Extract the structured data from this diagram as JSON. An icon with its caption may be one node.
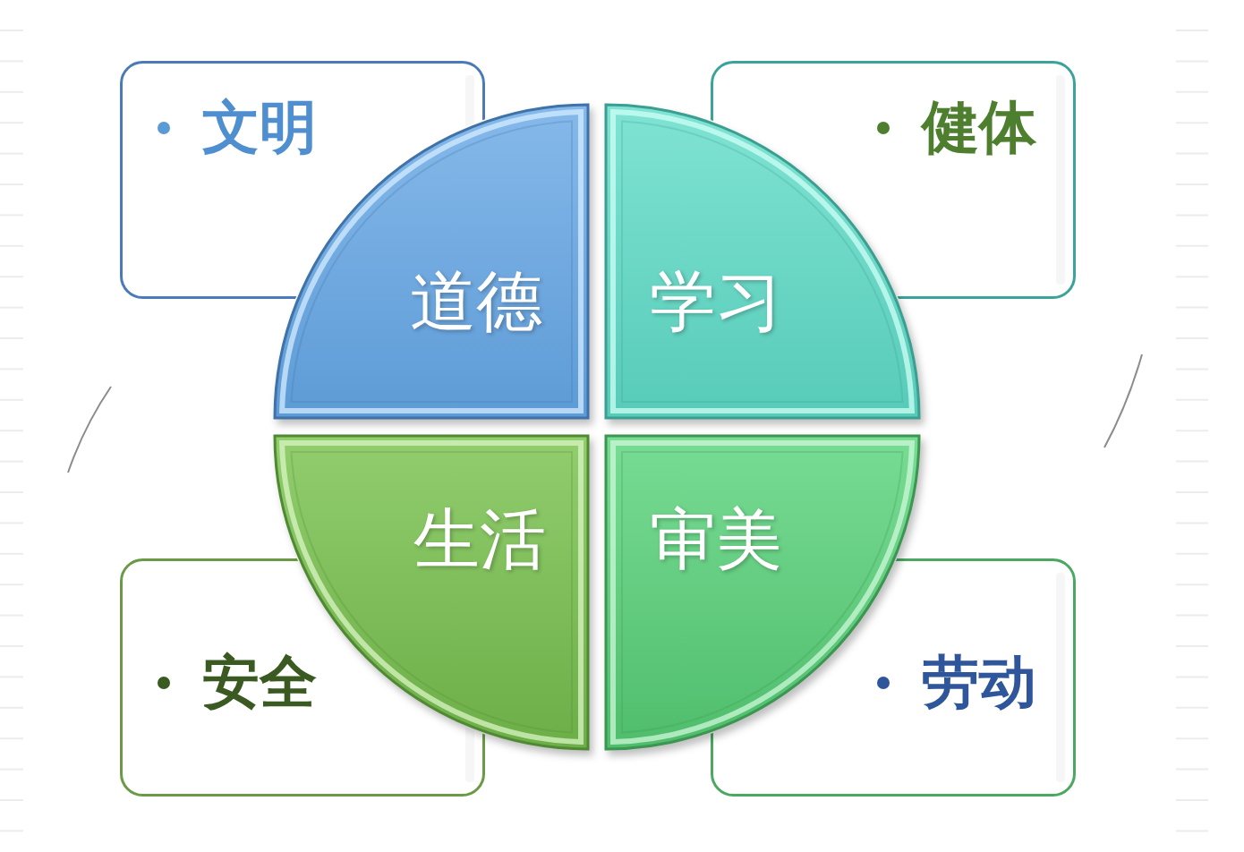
{
  "diagram": {
    "nodes": [
      {
        "text": [
          "文明"
        ]
      },
      {
        "text": [
          "健体"
        ]
      },
      {
        "text": [
          "道德"
        ]
      },
      {
        "text": [
          "学习"
        ]
      },
      {
        "text": [
          "生活"
        ]
      },
      {
        "text": [
          "审美"
        ]
      },
      {
        "text": [
          "安全"
        ]
      },
      {
        "text": [
          "劳动"
        ]
      }
    ]
  }
}
